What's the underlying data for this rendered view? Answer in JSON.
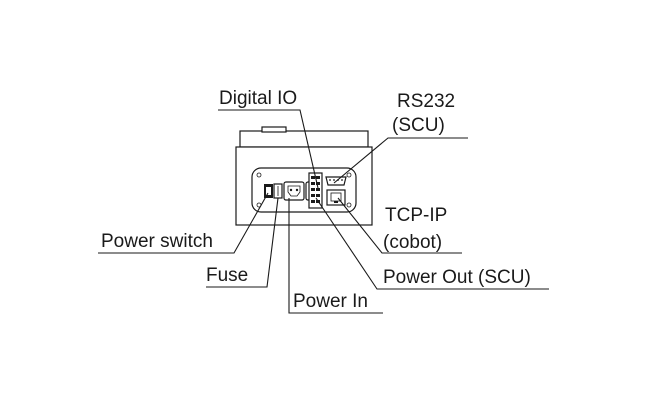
{
  "labels": {
    "digital_io": "Digital IO",
    "rs232_line1": "RS232",
    "rs232_line2": "(SCU)",
    "tcpip_line1": "TCP-IP",
    "tcpip_line2": "(cobot)",
    "power_switch": "Power switch",
    "fuse": "Fuse",
    "power_in": "Power In",
    "power_out": "Power Out (SCU)"
  }
}
